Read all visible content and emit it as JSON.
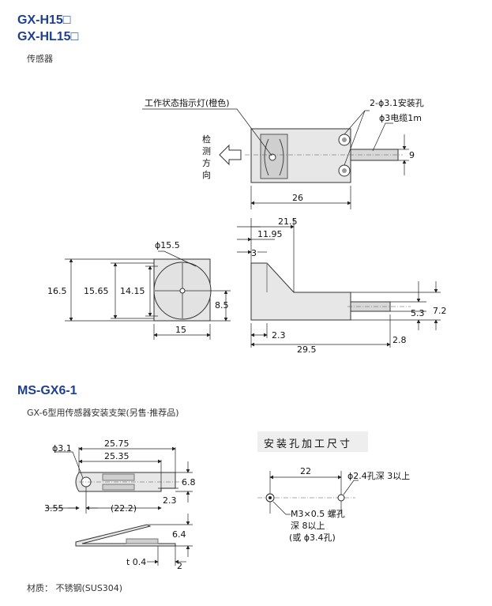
{
  "section1": {
    "model_line1": "GX-H15□",
    "model_line2": "GX-HL15□",
    "category": "传感器",
    "top_view": {
      "indicator_label": "工作状态指示灯(橙色)",
      "mount_holes_label": "2-ϕ3.1安装孔",
      "cable_label": "ϕ3电缆1m",
      "direction_label_chars": [
        "检",
        "测",
        "方",
        "向"
      ],
      "dim_width": "26",
      "dim_cable_pitch": "9"
    },
    "front_view": {
      "dim_diameter": "ϕ15.5",
      "dim_h1": "16.5",
      "dim_h2": "15.65",
      "dim_h3": "14.15",
      "dim_half": "8.5",
      "dim_width": "15"
    },
    "side_view": {
      "dim_21_5": "21.5",
      "dim_11_95": "11.95",
      "dim_3": "3",
      "dim_2_3": "2.3",
      "dim_29_5": "29.5",
      "dim_5_3": "5.3",
      "dim_7_2": "7.2",
      "dim_2_8": "2.8"
    }
  },
  "section2": {
    "model": "MS-GX6-1",
    "description": "GX-6型用传感器安装支架(另售·推荐品)",
    "bracket": {
      "dim_hole": "ϕ3.1",
      "dim_25_75": "25.75",
      "dim_25_35": "25.35",
      "dim_6_8": "6.8",
      "dim_2_3": "2.3",
      "dim_3_55": "3.55",
      "dim_22_2": "(22.2)",
      "dim_6_4": "6.4",
      "dim_t": "t 0.4",
      "dim_2": "2"
    },
    "mount_holes": {
      "title": "安装孔加工尺寸",
      "dim_22": "22",
      "hole_note": "ϕ2.4孔深 3以上",
      "thread_line1": "M3×0.5 螺孔",
      "thread_line2": "深 8以上",
      "thread_line3": "(或 ϕ3.4孔)"
    },
    "material": "材质： 不锈钢(SUS304)"
  }
}
